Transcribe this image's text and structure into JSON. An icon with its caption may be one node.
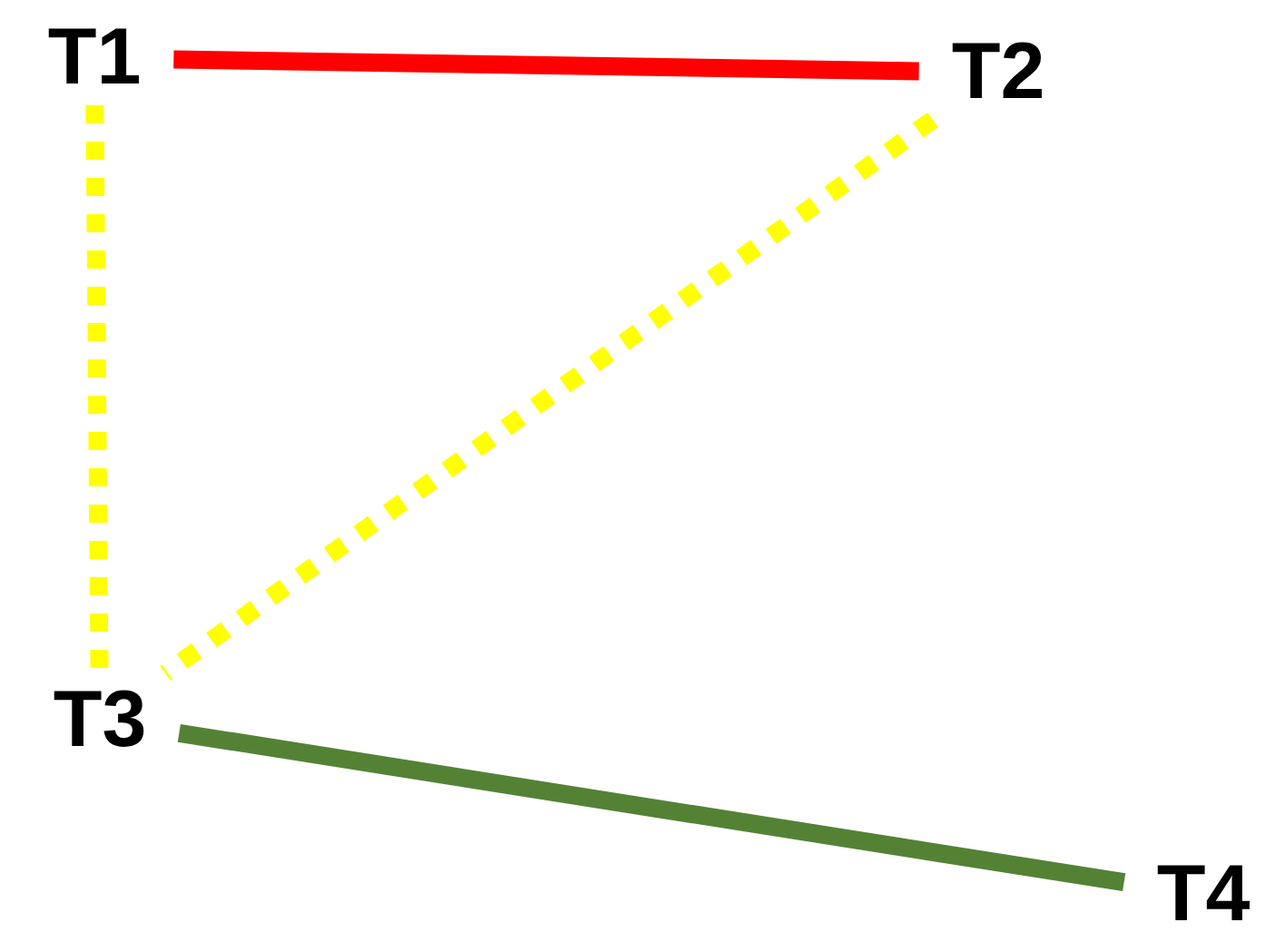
{
  "diagram": {
    "nodes": [
      {
        "text": [
          "T1"
        ]
      },
      {
        "text": [
          "T2"
        ]
      },
      {
        "text": [
          "T3"
        ]
      },
      {
        "text": [
          "T4"
        ]
      }
    ],
    "edges": [
      {
        "from": 0,
        "to": 1,
        "arrow": "none",
        "color": "#ff0000"
      },
      {
        "from": 0,
        "to": 2,
        "arrow": "none",
        "style": "dashed",
        "color": "#ffff00"
      },
      {
        "from": 1,
        "to": 2,
        "arrow": "none",
        "style": "dashed",
        "color": "#ffff00"
      },
      {
        "from": 2,
        "to": 3,
        "arrow": "none",
        "color": "#548235"
      }
    ]
  }
}
